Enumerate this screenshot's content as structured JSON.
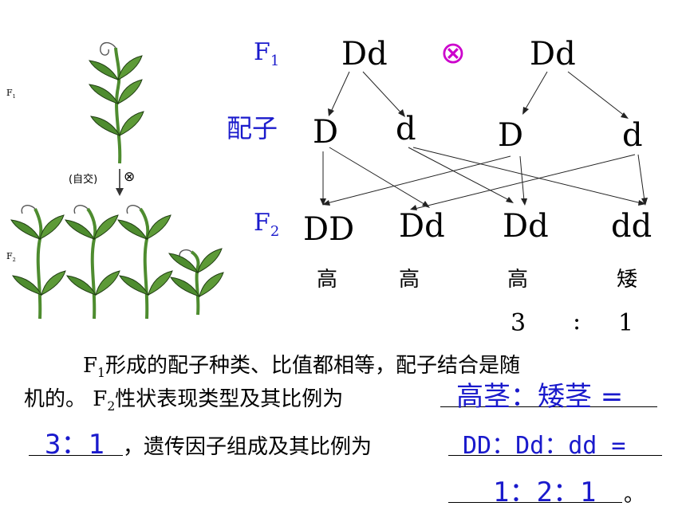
{
  "illustration": {
    "f1_tag": "F",
    "f1_tag_sub": "1",
    "selfing_label": "(自交)",
    "selfing_symbol": "⊗",
    "f2_tag": "F",
    "f2_tag_sub": "2",
    "leaf_color": "#4e8c2f"
  },
  "cross": {
    "f1_label": "F",
    "f1_sub": "1",
    "parent1": "Dd",
    "cross_symbol": "⊗",
    "cross_symbol_color": "#cc00cc",
    "parent2": "Dd",
    "gamete_label": "配子",
    "gametes": [
      "D",
      "d",
      "D",
      "d"
    ],
    "f2_label": "F",
    "f2_sub": "2",
    "offspring": [
      "DD",
      "Dd",
      "Dd",
      "dd"
    ],
    "phenotypes": [
      "高",
      "高",
      "高",
      "矮"
    ],
    "ratio_left": "3",
    "ratio_sep": ":",
    "ratio_right": "1",
    "label_color": "#1a1acc"
  },
  "statement": {
    "line1_f": "F",
    "line1_sub": "1",
    "line1_text": "形成的配子种类、比值都相等，配子结合是随",
    "line2_text_a": "机的。",
    "line2_f": "F",
    "line2_sub": "2",
    "line2_text_b": "性状表现类型及其比例为",
    "answer1": "高茎：矮茎 =",
    "answer2": "3：1",
    "line3_text": "，遗传因子组成及其比例为",
    "answer3": "DD：Dd：dd =",
    "answer4": "1：2：1",
    "end_mark": "。"
  }
}
